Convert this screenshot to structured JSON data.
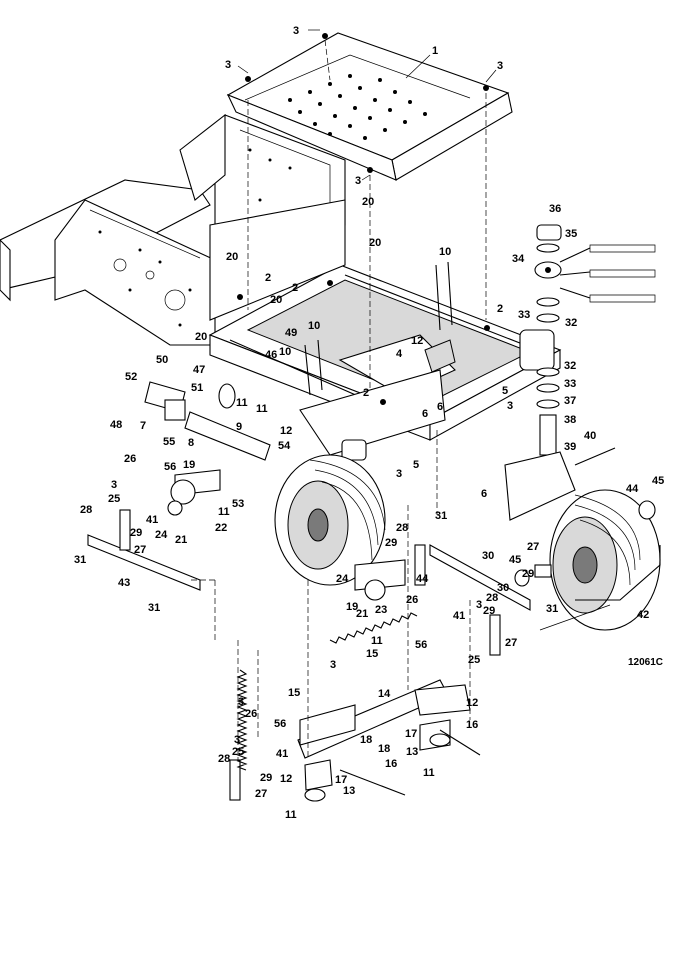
{
  "diagram": {
    "drawing_number": "12061C",
    "callouts": [
      {
        "id": "c3a",
        "text": "3"
      },
      {
        "id": "c3b",
        "text": "3"
      },
      {
        "id": "c1",
        "text": "1"
      },
      {
        "id": "c3c",
        "text": "3"
      },
      {
        "id": "c3d",
        "text": "3"
      },
      {
        "id": "c20a",
        "text": "20"
      },
      {
        "id": "c20b",
        "text": "20"
      },
      {
        "id": "c20c",
        "text": "20"
      },
      {
        "id": "c36",
        "text": "36"
      },
      {
        "id": "c35",
        "text": "35"
      },
      {
        "id": "c34",
        "text": "34"
      },
      {
        "id": "c10a",
        "text": "10"
      },
      {
        "id": "c2a",
        "text": "2"
      },
      {
        "id": "c2b",
        "text": "2"
      },
      {
        "id": "c20d",
        "text": "20"
      },
      {
        "id": "c2c",
        "text": "2"
      },
      {
        "id": "c33a",
        "text": "33"
      },
      {
        "id": "c32a",
        "text": "32"
      },
      {
        "id": "c49",
        "text": "49"
      },
      {
        "id": "c10b",
        "text": "10"
      },
      {
        "id": "c20e",
        "text": "20"
      },
      {
        "id": "c46",
        "text": "46"
      },
      {
        "id": "c10c",
        "text": "10"
      },
      {
        "id": "c12a",
        "text": "12"
      },
      {
        "id": "c4",
        "text": "4"
      },
      {
        "id": "c52",
        "text": "52"
      },
      {
        "id": "c50",
        "text": "50"
      },
      {
        "id": "c47",
        "text": "47"
      },
      {
        "id": "c32b",
        "text": "32"
      },
      {
        "id": "c33b",
        "text": "33"
      },
      {
        "id": "c51",
        "text": "51"
      },
      {
        "id": "c2d",
        "text": "2"
      },
      {
        "id": "c5a",
        "text": "5"
      },
      {
        "id": "c37",
        "text": "37"
      },
      {
        "id": "c3e",
        "text": "3"
      },
      {
        "id": "c11a",
        "text": "11"
      },
      {
        "id": "c11b",
        "text": "11"
      },
      {
        "id": "c6a",
        "text": "6"
      },
      {
        "id": "c6b",
        "text": "6"
      },
      {
        "id": "c38",
        "text": "38"
      },
      {
        "id": "c48",
        "text": "48"
      },
      {
        "id": "c7",
        "text": "7"
      },
      {
        "id": "c9",
        "text": "9"
      },
      {
        "id": "c55",
        "text": "55"
      },
      {
        "id": "c8",
        "text": "8"
      },
      {
        "id": "c12b",
        "text": "12"
      },
      {
        "id": "c40",
        "text": "40"
      },
      {
        "id": "c39",
        "text": "39"
      },
      {
        "id": "c54",
        "text": "54"
      },
      {
        "id": "c5b",
        "text": "5"
      },
      {
        "id": "c26a",
        "text": "26"
      },
      {
        "id": "c19a",
        "text": "19"
      },
      {
        "id": "c56a",
        "text": "56"
      },
      {
        "id": "c3f",
        "text": "3"
      },
      {
        "id": "c3g",
        "text": "3"
      },
      {
        "id": "c45a",
        "text": "45"
      },
      {
        "id": "c44a",
        "text": "44"
      },
      {
        "id": "c25a",
        "text": "25"
      },
      {
        "id": "c53",
        "text": "53"
      },
      {
        "id": "c6c",
        "text": "6"
      },
      {
        "id": "c28a",
        "text": "28"
      },
      {
        "id": "c41a",
        "text": "41"
      },
      {
        "id": "c22",
        "text": "22"
      },
      {
        "id": "c11c",
        "text": "11"
      },
      {
        "id": "c29a",
        "text": "29"
      },
      {
        "id": "c24a",
        "text": "24"
      },
      {
        "id": "c21a",
        "text": "21"
      },
      {
        "id": "c31a",
        "text": "31"
      },
      {
        "id": "c27a",
        "text": "27"
      },
      {
        "id": "c28b",
        "text": "28"
      },
      {
        "id": "c29b",
        "text": "29"
      },
      {
        "id": "c31b",
        "text": "31"
      },
      {
        "id": "c30a",
        "text": "30"
      },
      {
        "id": "c43",
        "text": "43"
      },
      {
        "id": "c27b",
        "text": "27"
      },
      {
        "id": "c44b",
        "text": "44"
      },
      {
        "id": "c45b",
        "text": "45"
      },
      {
        "id": "c29c",
        "text": "29"
      },
      {
        "id": "c24b",
        "text": "24"
      },
      {
        "id": "c26b",
        "text": "26"
      },
      {
        "id": "c30b",
        "text": "30"
      },
      {
        "id": "c3h",
        "text": "3"
      },
      {
        "id": "c31c",
        "text": "31"
      },
      {
        "id": "c19b",
        "text": "19"
      },
      {
        "id": "c21b",
        "text": "21"
      },
      {
        "id": "c23",
        "text": "23"
      },
      {
        "id": "c28c",
        "text": "28"
      },
      {
        "id": "c29d",
        "text": "29"
      },
      {
        "id": "c31d",
        "text": "31"
      },
      {
        "id": "c42",
        "text": "42"
      },
      {
        "id": "c41b",
        "text": "41"
      },
      {
        "id": "c27c",
        "text": "27"
      },
      {
        "id": "c11d",
        "text": "11"
      },
      {
        "id": "c15a",
        "text": "15"
      },
      {
        "id": "c25b",
        "text": "25"
      },
      {
        "id": "c3i",
        "text": "3"
      },
      {
        "id": "c56b",
        "text": "56"
      },
      {
        "id": "c15b",
        "text": "15"
      },
      {
        "id": "c14",
        "text": "14"
      },
      {
        "id": "c3j",
        "text": "3"
      },
      {
        "id": "c12c",
        "text": "12"
      },
      {
        "id": "c26c",
        "text": "26"
      },
      {
        "id": "c56c",
        "text": "56"
      },
      {
        "id": "c17a",
        "text": "17"
      },
      {
        "id": "c16a",
        "text": "16"
      },
      {
        "id": "c3k",
        "text": "3"
      },
      {
        "id": "c25c",
        "text": "25"
      },
      {
        "id": "c41c",
        "text": "41"
      },
      {
        "id": "c18a",
        "text": "18"
      },
      {
        "id": "c18b",
        "text": "18"
      },
      {
        "id": "c13a",
        "text": "13"
      },
      {
        "id": "c28d",
        "text": "28"
      },
      {
        "id": "c29e",
        "text": "29"
      },
      {
        "id": "c12d",
        "text": "12"
      },
      {
        "id": "c17b",
        "text": "17"
      },
      {
        "id": "c16b",
        "text": "16"
      },
      {
        "id": "c11e",
        "text": "11"
      },
      {
        "id": "c27d",
        "text": "27"
      },
      {
        "id": "c13b",
        "text": "13"
      },
      {
        "id": "c11f",
        "text": "11"
      }
    ]
  }
}
